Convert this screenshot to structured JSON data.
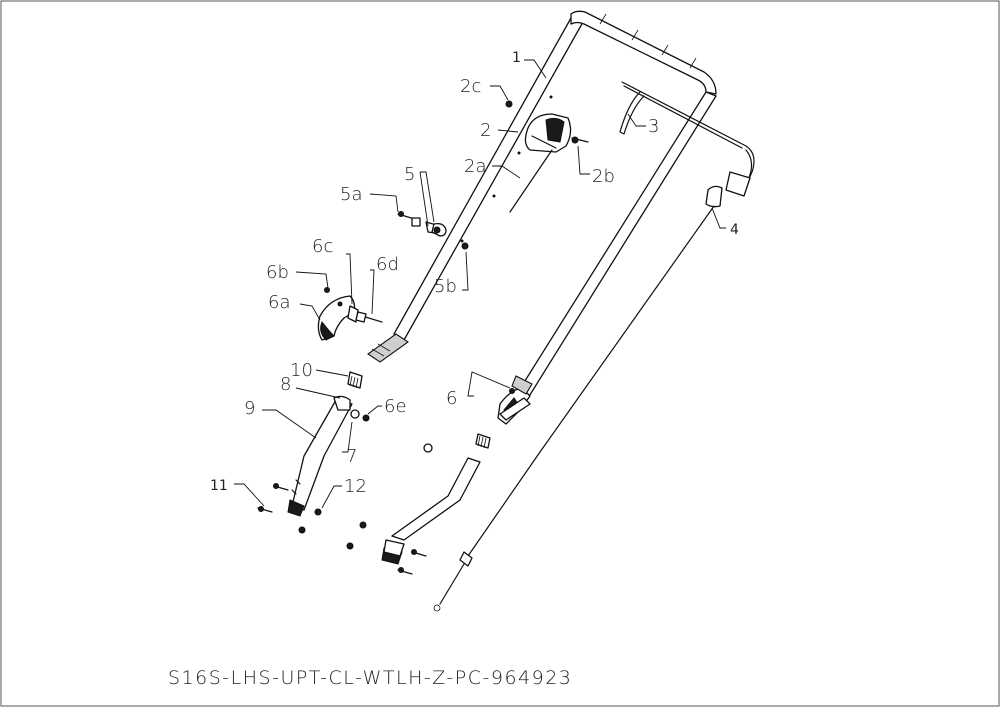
{
  "labels": {
    "p1": "1",
    "p2": "2",
    "p2a": "2a",
    "p2b": "2b",
    "p2c": "2c",
    "p3": "3",
    "p4": "4",
    "p5": "5",
    "p5a": "5a",
    "p5b": "5b",
    "p6": "6",
    "p6a": "6a",
    "p6b": "6b",
    "p6c": "6c",
    "p6d": "6d",
    "p6e": "6e",
    "p7": "7",
    "p8": "8",
    "p9": "9",
    "p10": "10",
    "p11": "11",
    "p12": "12"
  },
  "drawing_code": "S16S-LHS-UPT-CL-WTLH-Z-PC-964923"
}
